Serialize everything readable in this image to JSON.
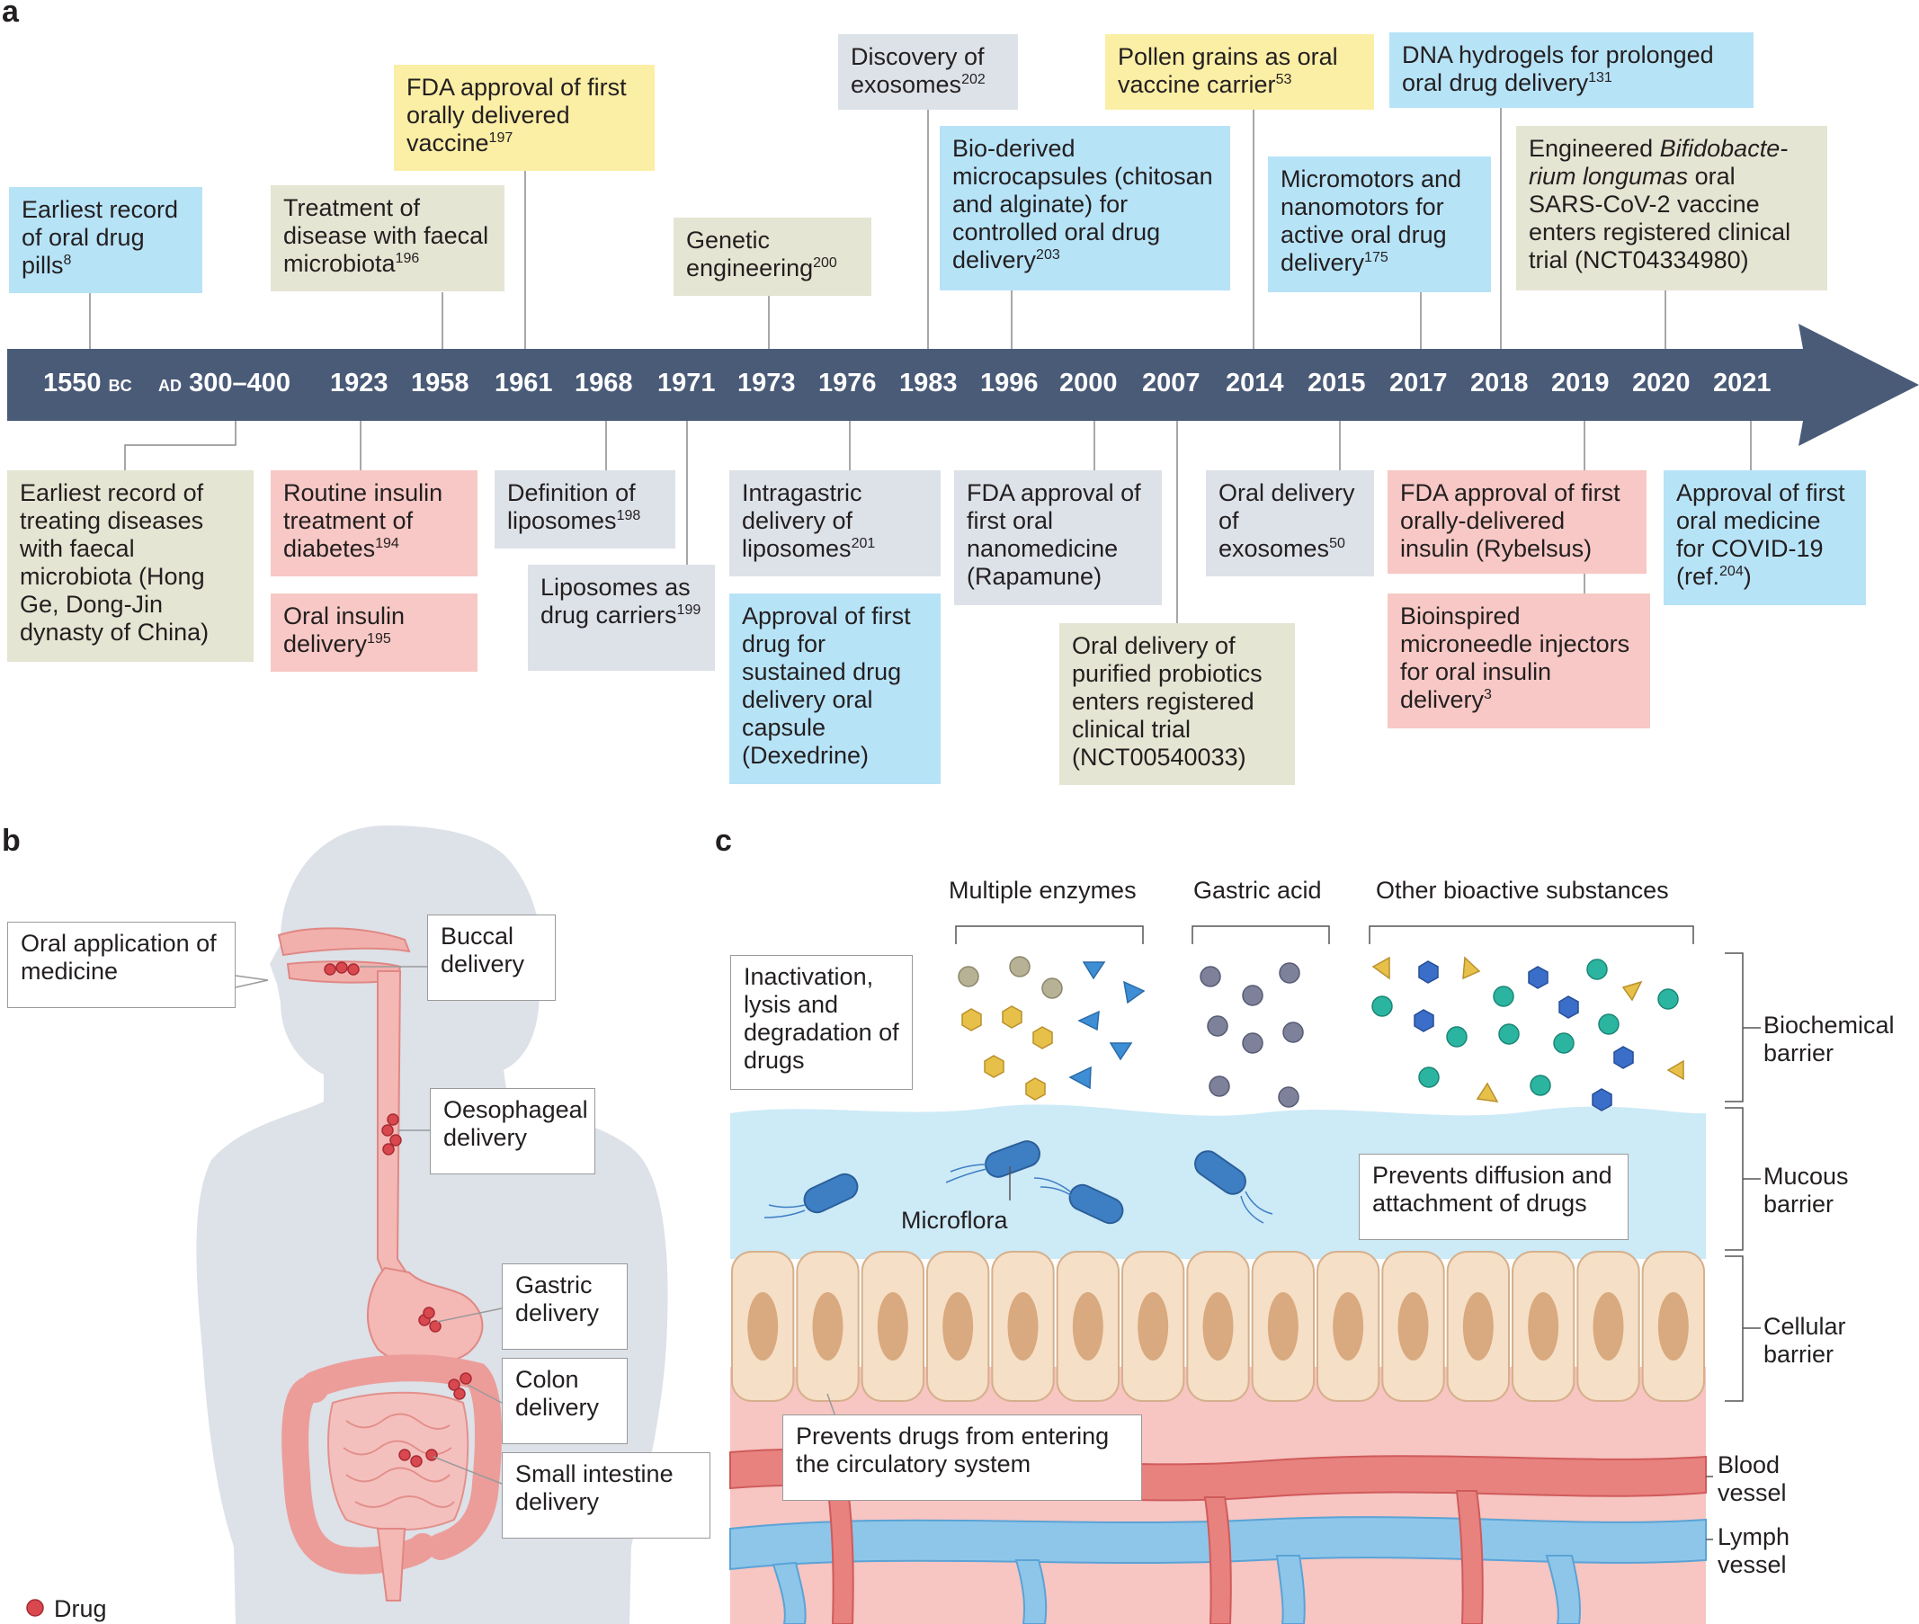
{
  "panels": {
    "a": "a",
    "b": "b",
    "c": "c"
  },
  "timeline": {
    "years": [
      "1550",
      "AD",
      "300–400",
      "1923",
      "1958",
      "1961",
      "1968",
      "1971",
      "1973",
      "1976",
      "1983",
      "1996",
      "2000",
      "2007",
      "2014",
      "2015",
      "2017",
      "2018",
      "2019",
      "2020",
      "2021"
    ],
    "bc_suffix": "BC",
    "events": [
      {
        "text": "Earliest record of oral drug pills",
        "ref": "8"
      },
      {
        "text": "Treatment of disease with faecal microbiota",
        "ref": "196"
      },
      {
        "text": "FDA approval of first orally delivered vaccine",
        "ref": "197"
      },
      {
        "text": "Genetic engineering",
        "ref": "200"
      },
      {
        "text": "Discovery of exosomes",
        "ref": "202"
      },
      {
        "text": "Bio-derived microcapsules (chitosan and alginate) for controlled oral drug delivery",
        "ref": "203"
      },
      {
        "text": "Pollen grains as oral vaccine carrier",
        "ref": "53"
      },
      {
        "text": "Micromotors and nanomotors for active oral drug delivery",
        "ref": "175"
      },
      {
        "text": "DNA hydrogels for prolonged oral drug delivery",
        "ref": "131"
      },
      {
        "text_a": "Engineered ",
        "text_italic": "Bifidobacte-rium longumas",
        "text_b": " oral SARS-CoV-2 vaccine enters registered clinical trial (NCT04334980)"
      },
      {
        "text": "Earliest record of treating diseases with faecal microbiota (Hong Ge, Dong-Jin dynasty of China)"
      },
      {
        "text": "Routine insulin treatment of diabetes",
        "ref": "194"
      },
      {
        "text": "Oral insulin delivery",
        "ref": "195"
      },
      {
        "text": "Definition of liposomes",
        "ref": "198"
      },
      {
        "text": "Liposomes as drug carriers",
        "ref": "199"
      },
      {
        "text": "Intragastric delivery of liposomes",
        "ref": "201"
      },
      {
        "text": "Approval of first drug for sustained drug delivery oral capsule (Dexedrine)"
      },
      {
        "text": "FDA approval of first oral nanomedicine (Rapamune)"
      },
      {
        "text": "Oral delivery of purified probiotics enters registered clinical trial (NCT00540033)"
      },
      {
        "text": "Oral delivery of exosomes",
        "ref": "50"
      },
      {
        "text": "FDA approval of first orally-delivered insulin (Rybelsus)"
      },
      {
        "text": "Bioinspired microneedle injectors for oral insulin delivery",
        "ref": "3"
      },
      {
        "text_a": "Approval of first oral medicine for COVID-19 (ref.",
        "ref": "204",
        "text_b": ")"
      }
    ]
  },
  "panel_b": {
    "oral_application": "Oral application of medicine",
    "buccal": "Buccal delivery",
    "oesophageal": "Oesophageal delivery",
    "gastric": "Gastric delivery",
    "colon": "Colon delivery",
    "small_intestine": "Small intestine delivery",
    "legend_drug": "Drug"
  },
  "panel_c": {
    "multiple_enzymes": "Multiple enzymes",
    "gastric_acid": "Gastric acid",
    "other_bioactive": "Other bioactive substances",
    "inactivation": "Inactivation, lysis and degradation of drugs",
    "microflora": "Microflora",
    "prevents_diffusion": "Prevents diffusion and attachment of drugs",
    "prevents_entering": "Prevents drugs from entering the circulatory system",
    "biochemical_barrier": "Biochemical barrier",
    "mucous_barrier": "Mucous barrier",
    "cellular_barrier": "Cellular barrier",
    "blood_vessel": "Blood vessel",
    "lymph_vessel": "Lymph vessel"
  },
  "colors": {
    "arrow": "#4a5b78",
    "blue_box": "#b7e3f7",
    "yellow_box": "#fbeea5",
    "beige_box": "#e5e5d3",
    "grey_box": "#dde2e8",
    "pink_box": "#f7c8c5",
    "mucus": "#cdeaf7",
    "cells": "#f5dfc6",
    "tissue": "#f7c5c2",
    "blood_vessel": "#e8827f",
    "lymph_vessel": "#8ec6ea",
    "drug": "#d9484f",
    "silhouette": "#dde1e8"
  },
  "icons": [
    "human-silhouette",
    "gi-tract",
    "drug-dot",
    "enzyme-particles",
    "acid-particles",
    "bioactive-particles",
    "bacterium-icon",
    "epithelial-cells",
    "blood-vessel",
    "lymph-vessel"
  ]
}
